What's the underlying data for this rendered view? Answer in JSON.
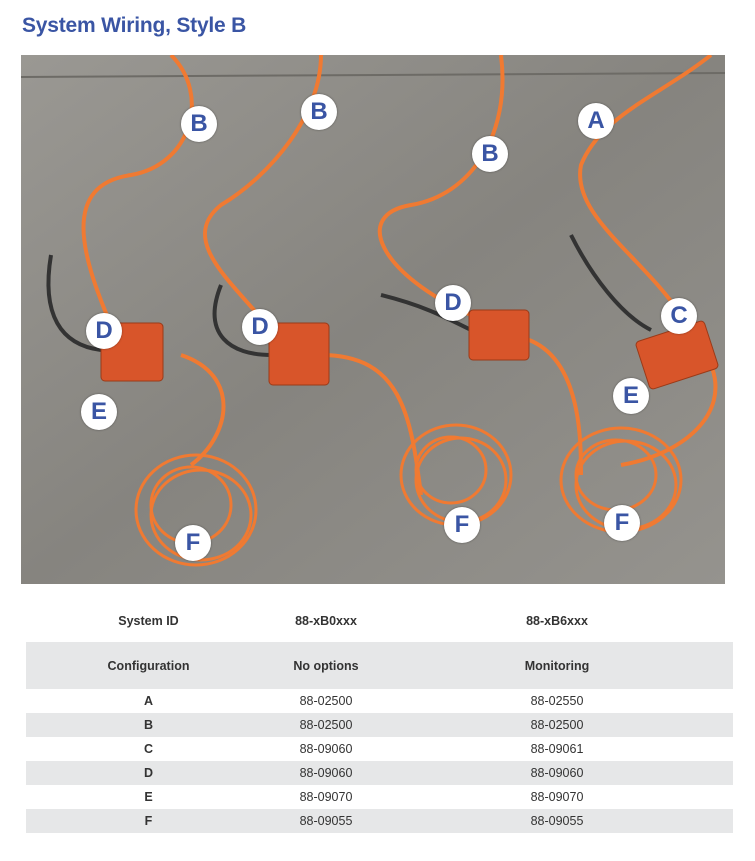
{
  "title": "System Wiring, Style B",
  "photo": {
    "callouts": [
      "B",
      "B",
      "B",
      "A",
      "D",
      "D",
      "D",
      "C",
      "E",
      "E",
      "F",
      "F",
      "F"
    ]
  },
  "table": {
    "system_id_label": "System ID",
    "system_ids": [
      "88-xB0xxx",
      "88-xB6xxx"
    ],
    "configuration_label": "Configuration",
    "configurations": [
      "No options",
      "Monitoring"
    ],
    "rows": [
      {
        "part": "A",
        "no_options": "88-02500",
        "monitoring": "88-02550"
      },
      {
        "part": "B",
        "no_options": "88-02500",
        "monitoring": "88-02500"
      },
      {
        "part": "C",
        "no_options": "88-09060",
        "monitoring": "88-09061"
      },
      {
        "part": "D",
        "no_options": "88-09060",
        "monitoring": "88-09060"
      },
      {
        "part": "E",
        "no_options": "88-09070",
        "monitoring": "88-09070"
      },
      {
        "part": "F",
        "no_options": "88-09055",
        "monitoring": "88-09055"
      }
    ]
  },
  "colors": {
    "title": "#3a55a4",
    "cable": "#f07a32",
    "shade": "#e6e7e8"
  }
}
